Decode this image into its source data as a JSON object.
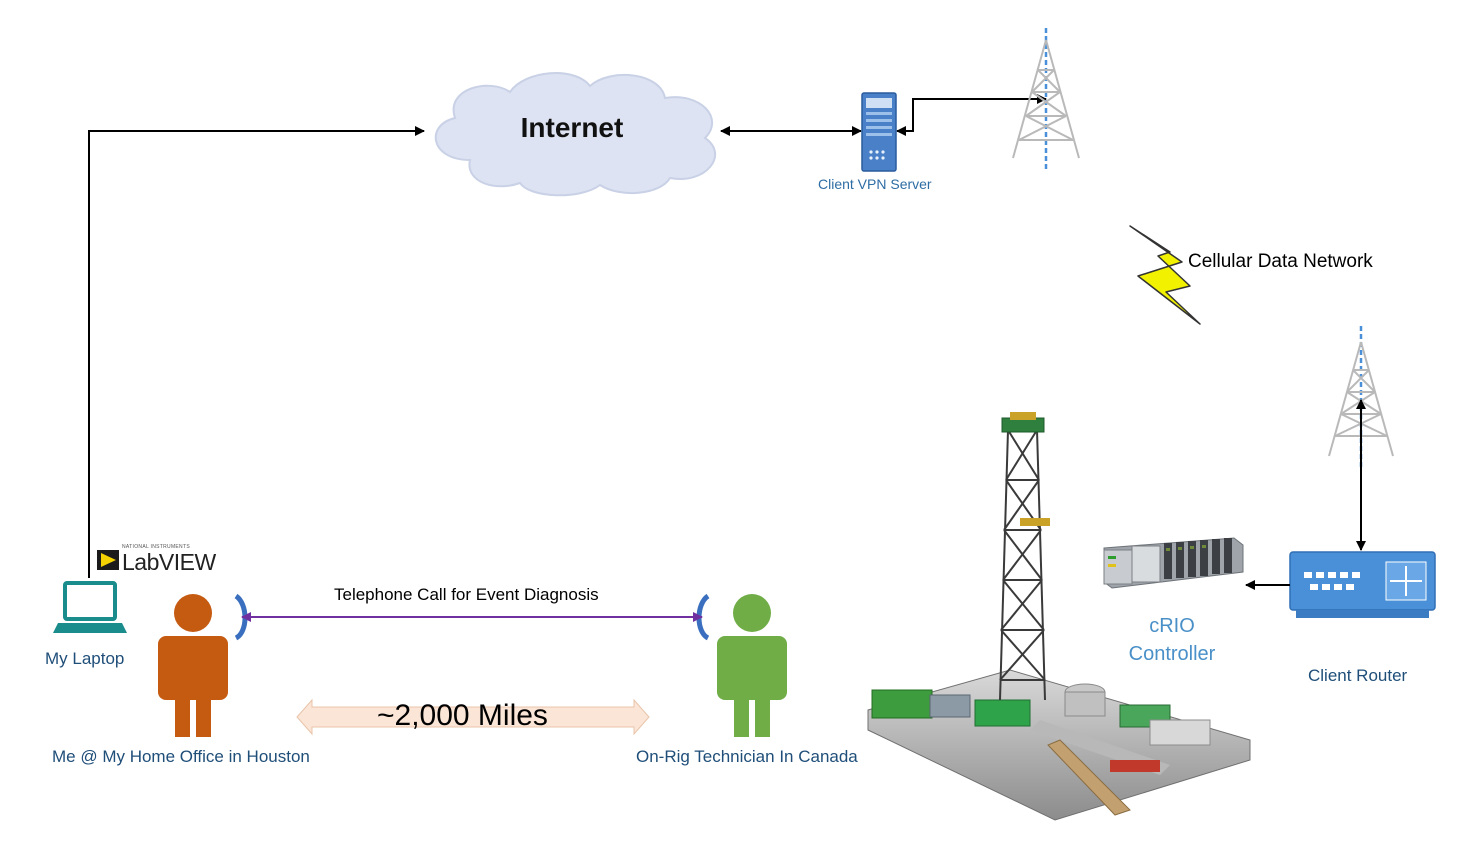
{
  "diagram": {
    "internet_label": "Internet",
    "vpn_server_label": "Client VPN Server",
    "cellular_label": "Cellular Data Network",
    "laptop_label": "My Laptop",
    "labview_logo_text": "LabVIEW",
    "labview_logo_fineprint": "NATIONAL INSTRUMENTS",
    "me_label": "Me @ My Home Office in Houston",
    "technician_label": "On-Rig Technician In Canada",
    "call_label": "Telephone Call for Event Diagnosis",
    "distance_label": "~2,000 Miles",
    "crio_label_line1": "cRIO",
    "crio_label_line2": "Controller",
    "router_label": "Client Router"
  },
  "colors": {
    "person_me": "#c55a11",
    "person_technician": "#70ad47",
    "call_line": "#7030a0",
    "distance_arrow_fill": "#fbe5d6",
    "laptop": "#1a8c8c",
    "router": "#4a90d9",
    "lightning": "#f2f200",
    "cloud": "#dde3f2"
  }
}
